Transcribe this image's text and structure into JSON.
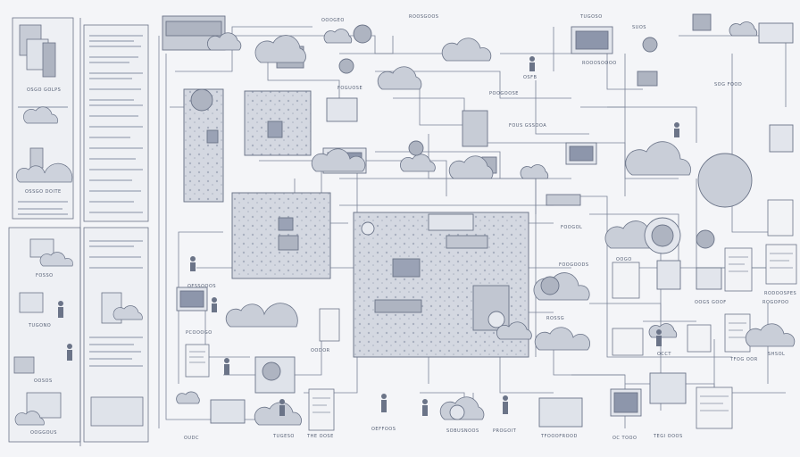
{
  "theme": {
    "line": "#6b7488",
    "fill_light": "#dfe3ea",
    "fill_mid": "#c7ccd6",
    "fill_dark": "#aeb4c1",
    "screen": "#8d96ab",
    "background": "#f4f5f8"
  },
  "labels": [
    "OSGO GOLPS",
    "OSSGO DOITE",
    "FOSSO",
    "TUGONO",
    "OOSOS",
    "OOGGOUS",
    "OFSSOOOS",
    "PCOOOGO",
    "THE OOSE",
    "OEFFOOS",
    "SOBUSNOOS",
    "PROGOIT",
    "TFOOOFROOD",
    "OC TOOO",
    "TEGI OOOS",
    "OOGS GOOF",
    "OOGO",
    "ROGOPOO",
    "SUOS",
    "OSFB",
    "FOUS GSSOOA",
    "ROOOSOOOO",
    "FOOGOL",
    "SOG FOOD",
    "RODOOSPES",
    "TUGOSO",
    "OOOGEO",
    "ROOSGOOS",
    "FOGUOSE",
    "POOGOOSE",
    "FOOGOODS",
    "ROSSG",
    "OCCT",
    "TFOG OOR",
    "SHSOL",
    "TUGESO",
    "OUDC",
    "OODOR"
  ]
}
